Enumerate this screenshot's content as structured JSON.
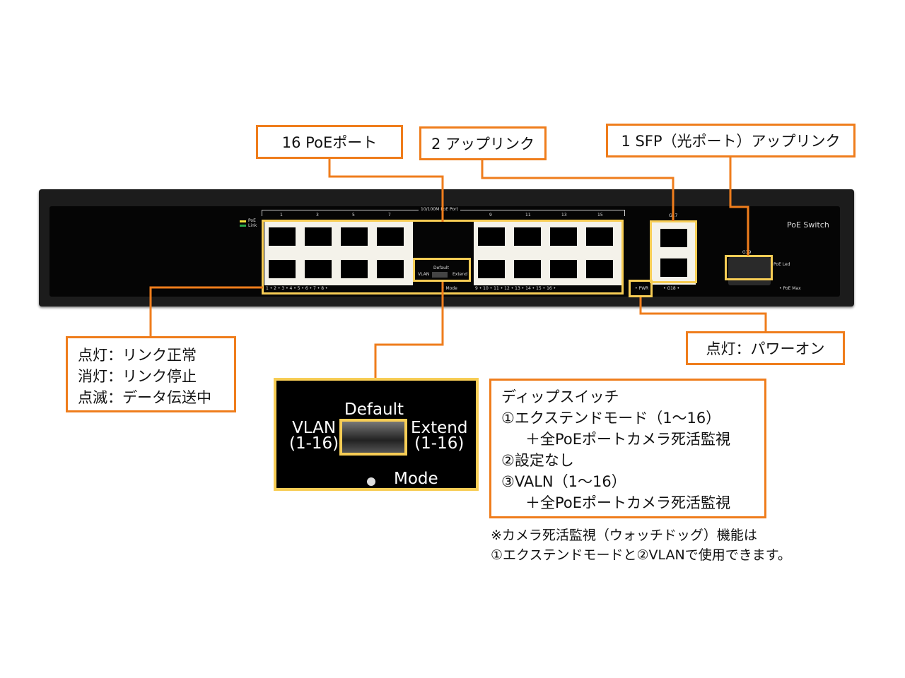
{
  "callouts": {
    "poe_ports": "16 PoEポート",
    "uplinks": "2 アップリンク",
    "sfp_uplink": "1 SFP（光ポート）アップリンク",
    "led_status": [
      "点灯：リンク正常",
      "消灯：リンク停止",
      "点滅：データ伝送中"
    ],
    "power": "点灯：パワーオン",
    "dip_switch": [
      "ディップスイッチ",
      "①エクステンドモード（1～16）",
      "＋全PoEポートカメラ死活監視",
      "②設定なし",
      "③VALN（1～16）",
      "＋全PoEポートカメラ死活監視"
    ]
  },
  "note": [
    "※カメラ死活監視（ウォッチドッグ）機能は",
    "①エクステンドモードと②VLANで使用できます。"
  ],
  "switch": {
    "port_group_label": "10/100M PoE Port",
    "top_numbers_left": [
      "1",
      "3",
      "5",
      "7"
    ],
    "top_numbers_right": [
      "9",
      "11",
      "13",
      "15"
    ],
    "led_row_left": "1 •  2 •    3 •  4 •    5 •  6 •    7 •  8 •",
    "led_row_mode": "• Mode",
    "led_row_right": "9 •  10 •    11 •  12 •    13 •  14 •    15 •  16 •",
    "legend_poe": "PoE",
    "legend_link": "Link",
    "dip_default": "Default",
    "dip_vlan": "VLAN",
    "dip_extend": "Extend",
    "g17": "G17",
    "g18": "• G18 •",
    "g19": "G19",
    "pwr": "• PWR",
    "brand": "PoE Switch",
    "poe_led": "PoE Led",
    "poe_max": "• PoE Max"
  },
  "dip_zoom": {
    "default": "Default",
    "vlan": "VLAN",
    "vlan_range": "(1-16)",
    "extend": "Extend",
    "extend_range": "(1-16)",
    "mode": "Mode"
  },
  "colors": {
    "callout": "#ef7d1c",
    "highlight": "#f7cd55"
  }
}
